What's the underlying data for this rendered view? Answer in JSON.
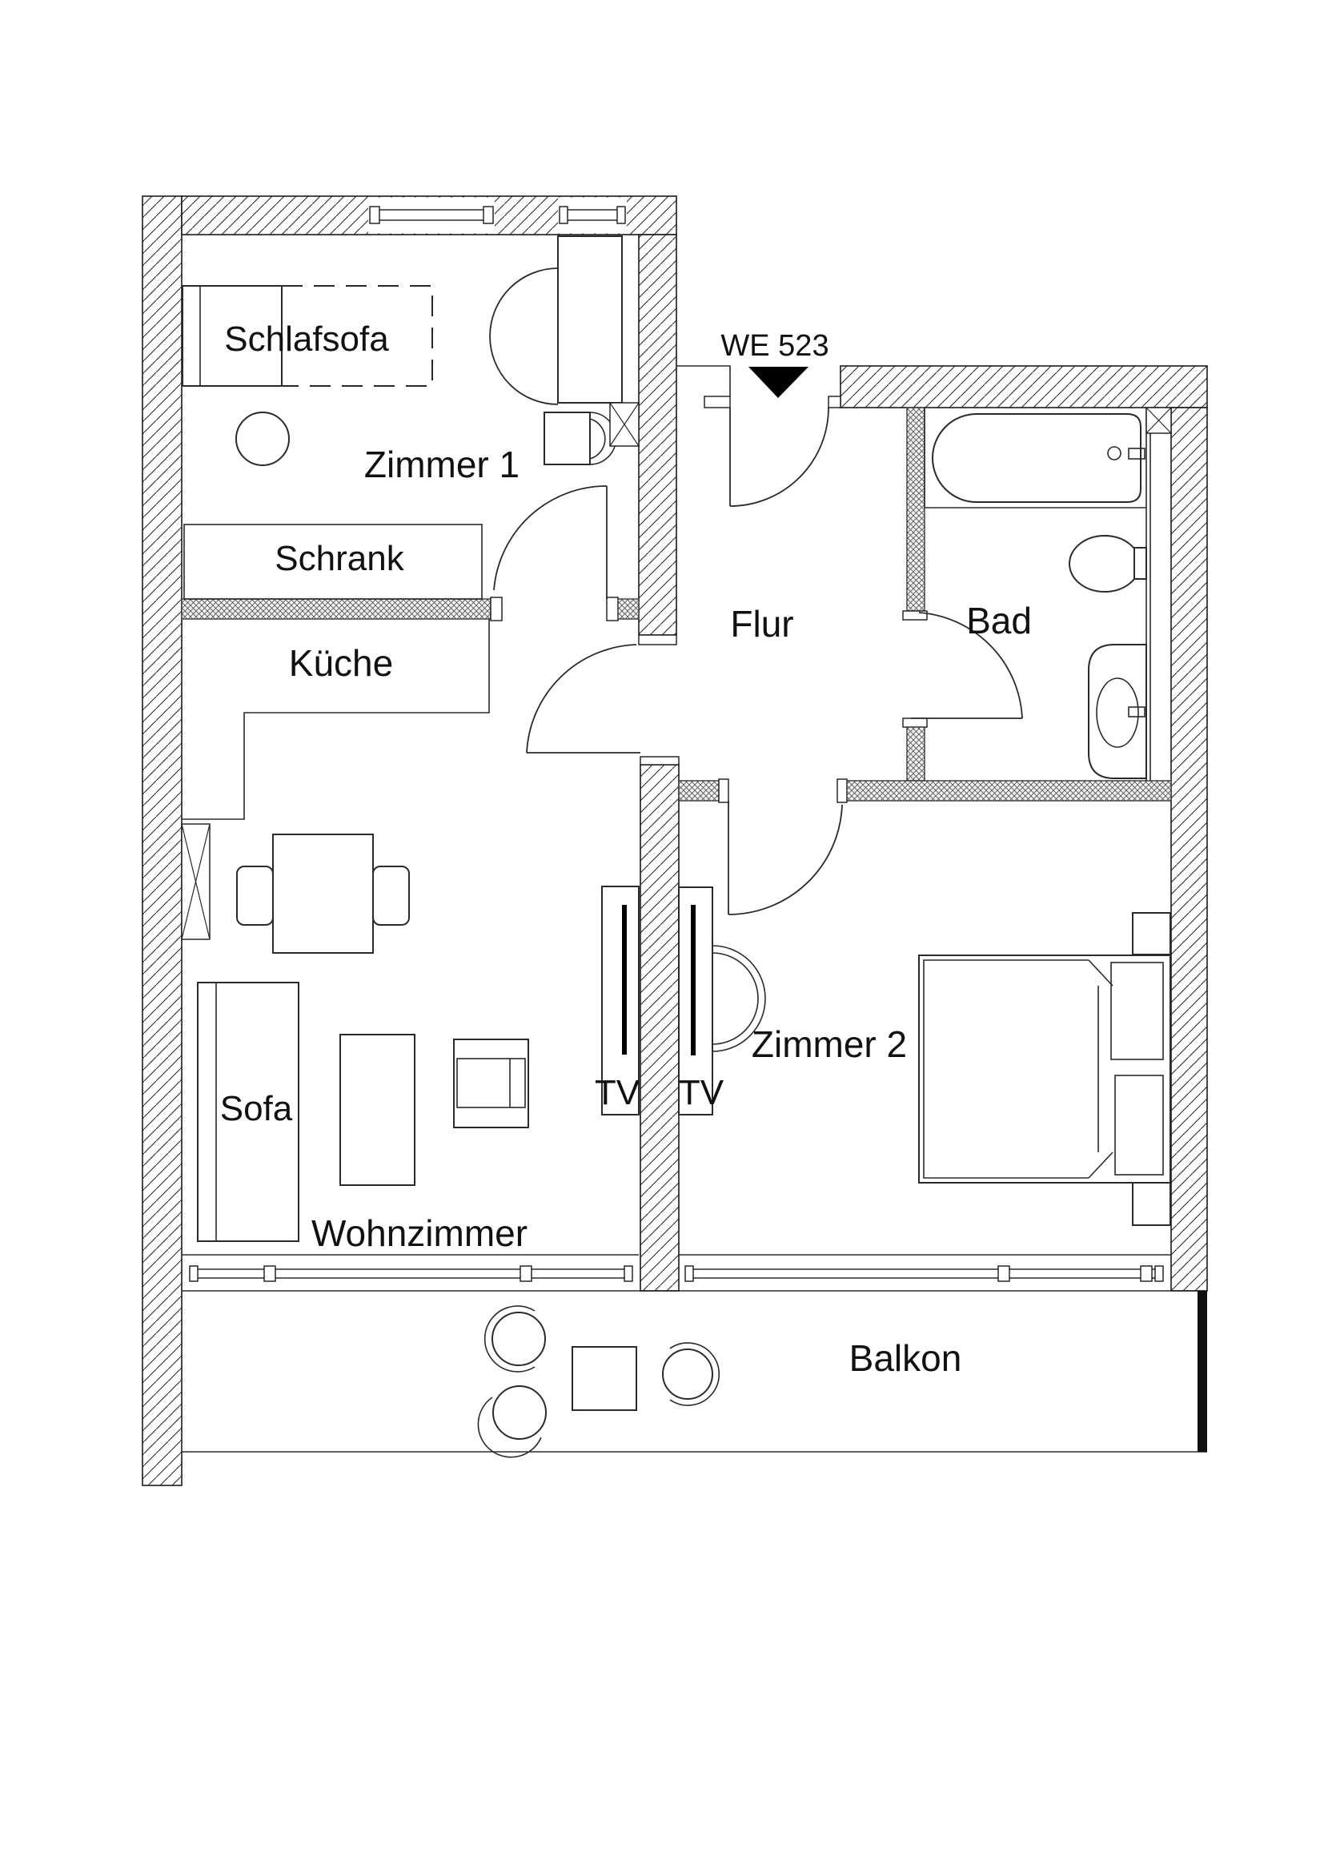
{
  "floorplan": {
    "unit_label": "WE 523",
    "labels": {
      "schlafsofa": "Schlafsofa",
      "zimmer1": "Zimmer 1",
      "schrank": "Schrank",
      "kueche": "Küche",
      "flur": "Flur",
      "bad": "Bad",
      "zimmer2": "Zimmer 2",
      "wohnzimmer": "Wohnzimmer",
      "sofa": "Sofa",
      "tv_left": "TV",
      "tv_right": "TV",
      "balkon": "Balkon"
    },
    "rooms": [
      "Zimmer 1",
      "Küche",
      "Flur",
      "Bad",
      "Zimmer 2",
      "Wohnzimmer",
      "Balkon"
    ],
    "furniture_items": [
      "Schlafsofa",
      "Schrank",
      "Sofa",
      "TV",
      "TV"
    ],
    "colors": {
      "line": "#1a1a1a",
      "background": "#ffffff",
      "entrance_marker": "#000000"
    }
  }
}
